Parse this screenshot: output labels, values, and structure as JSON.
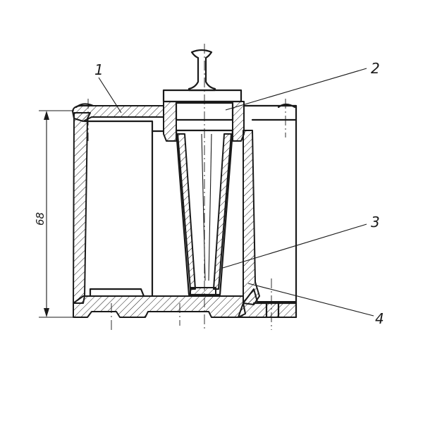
{
  "drawing": {
    "callouts": [
      {
        "id": "1",
        "text": "1"
      },
      {
        "id": "2",
        "text": "2"
      },
      {
        "id": "3",
        "text": "3"
      },
      {
        "id": "4",
        "text": "4"
      }
    ],
    "dimension": {
      "text": "68"
    }
  }
}
